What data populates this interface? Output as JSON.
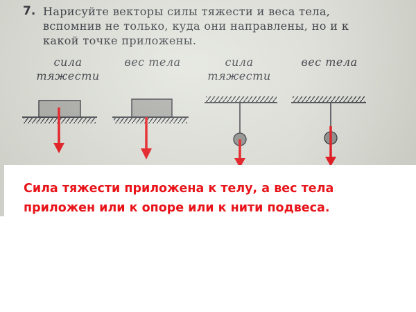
{
  "task": {
    "number": "7.",
    "lines": [
      "Нарисуйте векторы силы тяжести и веса тела,",
      "вспомнив не только, куда они направлены, но и к",
      "какой точке приложены."
    ]
  },
  "figures": [
    {
      "label_lines": [
        "сила",
        "тяжести"
      ],
      "kind": "block-on-support"
    },
    {
      "label_lines": [
        "вес тела"
      ],
      "kind": "block-on-support"
    },
    {
      "label_lines": [
        "сила",
        "тяжести"
      ],
      "kind": "ball-on-thread"
    },
    {
      "label_lines": [
        "вес тела"
      ],
      "kind": "ball-on-thread"
    }
  ],
  "answer": {
    "lines": [
      "Сила тяжести приложена к телу, а вес тела",
      "приложен или к опоре или к нити подвеса."
    ],
    "color": "#e8141a"
  },
  "colors": {
    "arrow": "#e8141a",
    "ink": "#2f3138",
    "block_fill": "#a9aaa4",
    "ball_fill": "#8e8f8b"
  }
}
